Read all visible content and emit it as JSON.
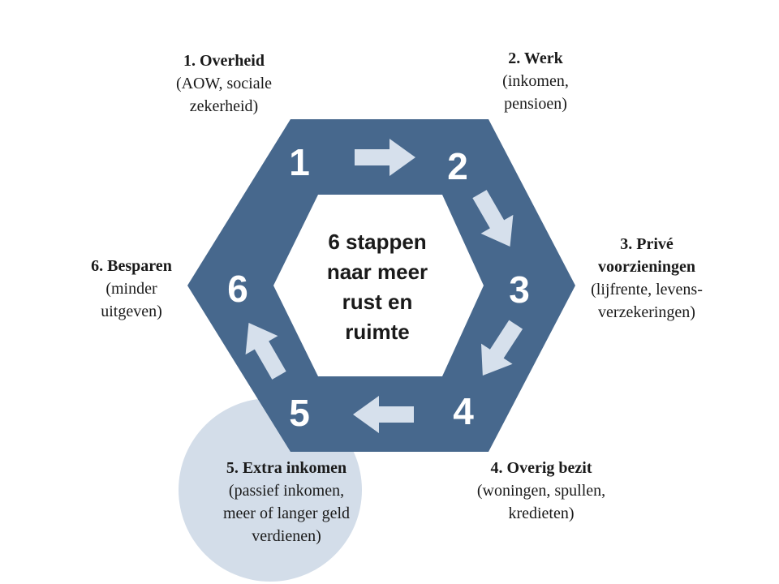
{
  "center_text": [
    "6 stappen",
    "naar meer",
    "rust en",
    "ruimte"
  ],
  "step_numbers": [
    "1",
    "2",
    "3",
    "4",
    "5",
    "6"
  ],
  "steps": [
    {
      "title": "1. Overheid",
      "desc": [
        "(AOW, sociale",
        "zekerheid)"
      ]
    },
    {
      "title": "2. Werk",
      "desc": [
        "(inkomen,",
        "pensioen)"
      ]
    },
    {
      "title_lines": [
        "3. Privé",
        "voorzieningen"
      ],
      "desc": [
        "(lijfrente, levens-",
        "verzekeringen)"
      ]
    },
    {
      "title": "4. Overig bezit",
      "desc": [
        "(woningen, spullen,",
        "kredieten)"
      ]
    },
    {
      "title": "5. Extra inkomen",
      "desc": [
        "(passief inkomen,",
        "meer of langer geld",
        "verdienen)"
      ]
    },
    {
      "title": "6. Besparen",
      "desc": [
        "(minder",
        "uitgeven)"
      ]
    }
  ],
  "colors": {
    "hexagon": "#47688d",
    "arrow": "#d6e0ec",
    "highlight_circle": "#d3dde9",
    "center_fill": "#ffffff"
  },
  "icons": {
    "arrows": "block-arrow-icon"
  }
}
